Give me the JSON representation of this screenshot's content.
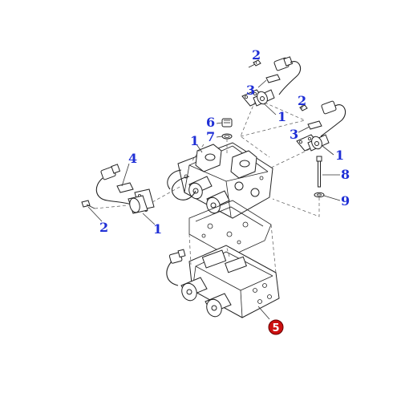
{
  "diagram": {
    "callouts": [
      {
        "id": "c2-top",
        "label": "2"
      },
      {
        "id": "c3-top",
        "label": "3"
      },
      {
        "id": "c1-top",
        "label": "1"
      },
      {
        "id": "c2-right",
        "label": "2"
      },
      {
        "id": "c6",
        "label": "6"
      },
      {
        "id": "c7",
        "label": "7"
      },
      {
        "id": "c1-mid",
        "label": "1"
      },
      {
        "id": "c3-right",
        "label": "3"
      },
      {
        "id": "c1-right",
        "label": "1"
      },
      {
        "id": "c4",
        "label": "4"
      },
      {
        "id": "c8",
        "label": "8"
      },
      {
        "id": "c9",
        "label": "9"
      },
      {
        "id": "c2-left",
        "label": "2"
      },
      {
        "id": "c1-left",
        "label": "1"
      },
      {
        "id": "c5",
        "label": "5"
      }
    ],
    "colors": {
      "callout_text": "#1f2fd6",
      "highlight_badge": "#cc1111",
      "line_art": "#222222"
    }
  }
}
